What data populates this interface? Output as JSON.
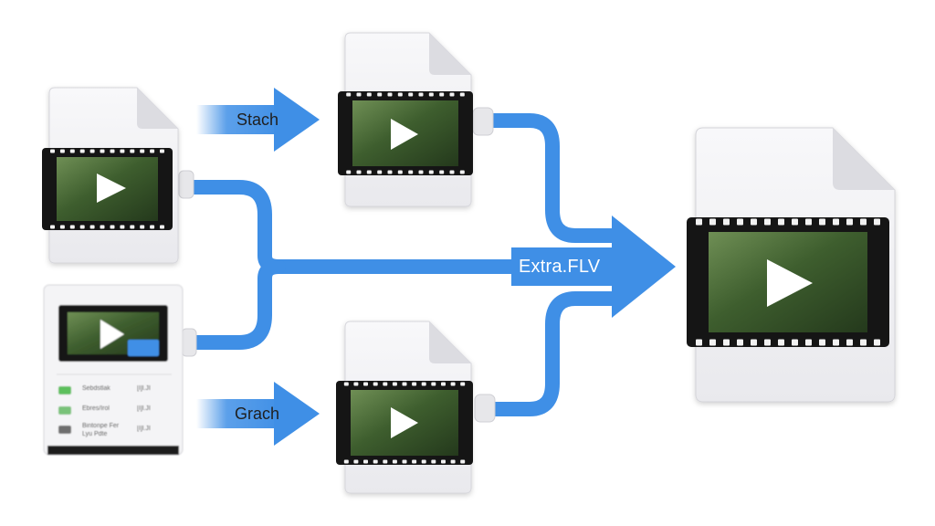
{
  "labels": {
    "top_arrow": "Stach",
    "bottom_arrow": "Grach",
    "merge_arrow": "Extra.FLV"
  },
  "source_list": {
    "rows": [
      {
        "name": "Sebdstlak",
        "value": "[I]l.JI"
      },
      {
        "name": "Ebres/Irol",
        "value": "[I]l.JI"
      },
      {
        "name": "Bintonpe Fer",
        "value": "[I]l.JI",
        "sub": "Lyu Pdte"
      }
    ],
    "row_icon_colors": [
      "#5cbf5c",
      "#79c279",
      "#6e6e6e"
    ]
  },
  "colors": {
    "accent": "#3f8fe6",
    "film": "#151515",
    "page": "#f3f3f5"
  },
  "icons": {
    "play": "play-icon",
    "document": "video-file-icon"
  }
}
